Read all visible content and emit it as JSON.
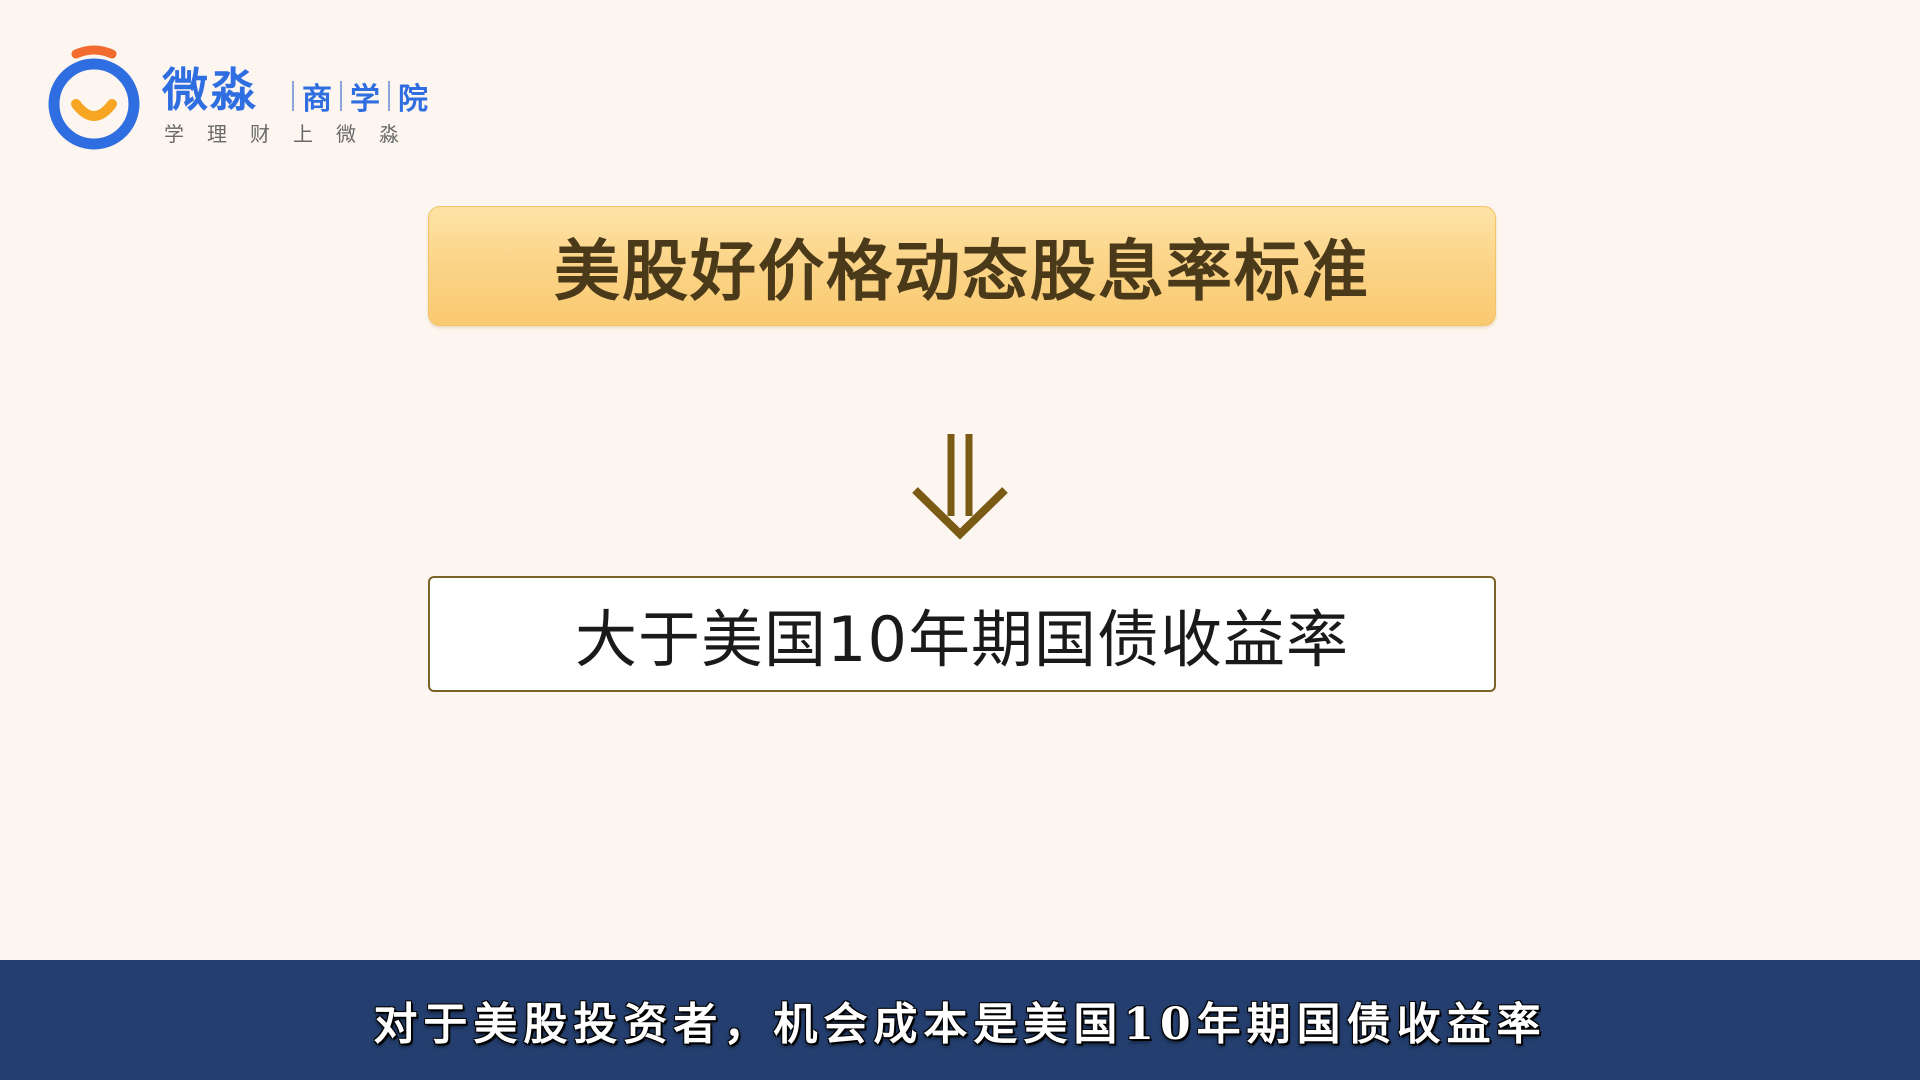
{
  "brand": {
    "name": "微淼",
    "suffix": [
      "商",
      "学",
      "院"
    ],
    "slogan": "学理财上微淼",
    "colors": {
      "primary": "#2f6ee0",
      "accent": "#f26b2f",
      "smile": "#f6a623"
    }
  },
  "slide": {
    "title": "美股好价格动态股息率标准",
    "arrow_icon": "double-down-arrow",
    "result": "大于美国10年期国债收益率"
  },
  "subtitle": {
    "text": "对于美股投资者，机会成本是美国10年期国债收益率"
  },
  "colors": {
    "background": "#fdf6f0",
    "title_box": "#fcd58a",
    "arrow": "#7a5a14",
    "subtitle_bar": "#243f6f"
  }
}
